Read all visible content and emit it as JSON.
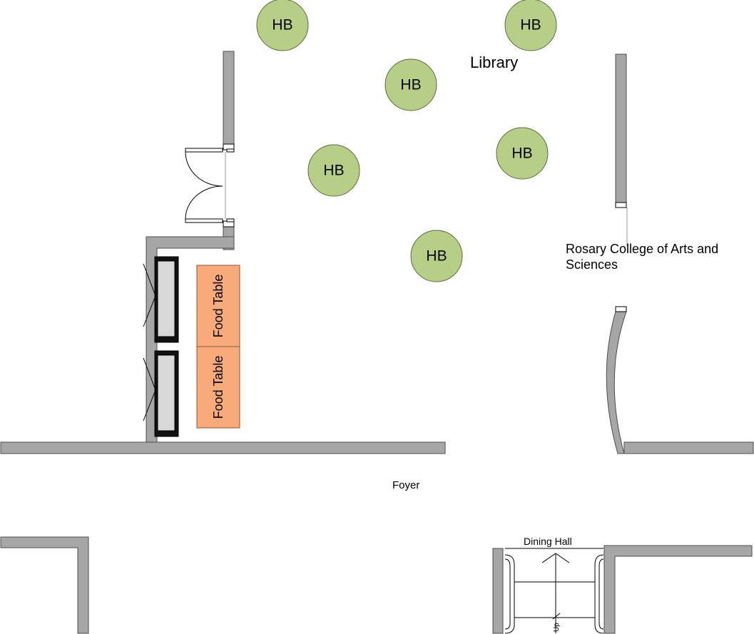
{
  "rooms": {
    "library": "Library",
    "rosary_college": "Rosary College of Arts and",
    "rosary_college_line2": "Sciences",
    "foyer": "Foyer",
    "dining_hall": "Dining Hall",
    "stair_direction": "Up"
  },
  "tables": {
    "high_boy_label": "HB",
    "food_table_label": "Food Table"
  },
  "colors": {
    "wall": "#a6a6a6",
    "high_boy": "#b6ce86",
    "food_table": "#f8ab78"
  }
}
